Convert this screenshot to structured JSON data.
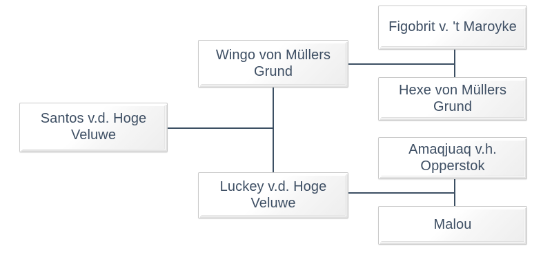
{
  "chart_data": {
    "type": "diagram",
    "title": "",
    "diagram_kind": "pedigree-tree",
    "orientation": "left-to-right",
    "generations": 3,
    "nodes": [
      {
        "id": "santos",
        "label": "Santos v.d. Hoge Veluwe",
        "generation": 1
      },
      {
        "id": "wingo",
        "label": "Wingo von Müllers Grund",
        "generation": 2
      },
      {
        "id": "luckey",
        "label": "Luckey v.d. Hoge Veluwe",
        "generation": 2
      },
      {
        "id": "figobrit",
        "label": "Figobrit v. 't Maroyke",
        "generation": 3
      },
      {
        "id": "hexe",
        "label": "Hexe von Müllers Grund",
        "generation": 3
      },
      {
        "id": "amaqjuaq",
        "label": "Amaqjuaq v.h. Opperstok",
        "generation": 3
      },
      {
        "id": "malou",
        "label": "Malou",
        "generation": 3
      }
    ],
    "edges": [
      {
        "from": "santos",
        "to": "wingo"
      },
      {
        "from": "santos",
        "to": "luckey"
      },
      {
        "from": "wingo",
        "to": "figobrit"
      },
      {
        "from": "wingo",
        "to": "hexe"
      },
      {
        "from": "luckey",
        "to": "amaqjuaq"
      },
      {
        "from": "luckey",
        "to": "malou"
      }
    ]
  },
  "tree": {
    "gen1": {
      "santos": {
        "label": "Santos v.d. Hoge Veluwe"
      }
    },
    "gen2": {
      "wingo": {
        "label": "Wingo von Müllers Grund"
      },
      "luckey": {
        "label": "Luckey v.d. Hoge Veluwe"
      }
    },
    "gen3": {
      "figobrit": {
        "label": "Figobrit v. 't Maroyke"
      },
      "hexe": {
        "label": "Hexe von Müllers Grund"
      },
      "amaqjuaq": {
        "label": "Amaqjuaq v.h. Opperstok"
      },
      "malou": {
        "label": "Malou"
      }
    }
  },
  "colors": {
    "text": "#3d4e63",
    "connector": "#3c4f63",
    "box_border": "#c9c9c9",
    "background": "#ffffff"
  }
}
